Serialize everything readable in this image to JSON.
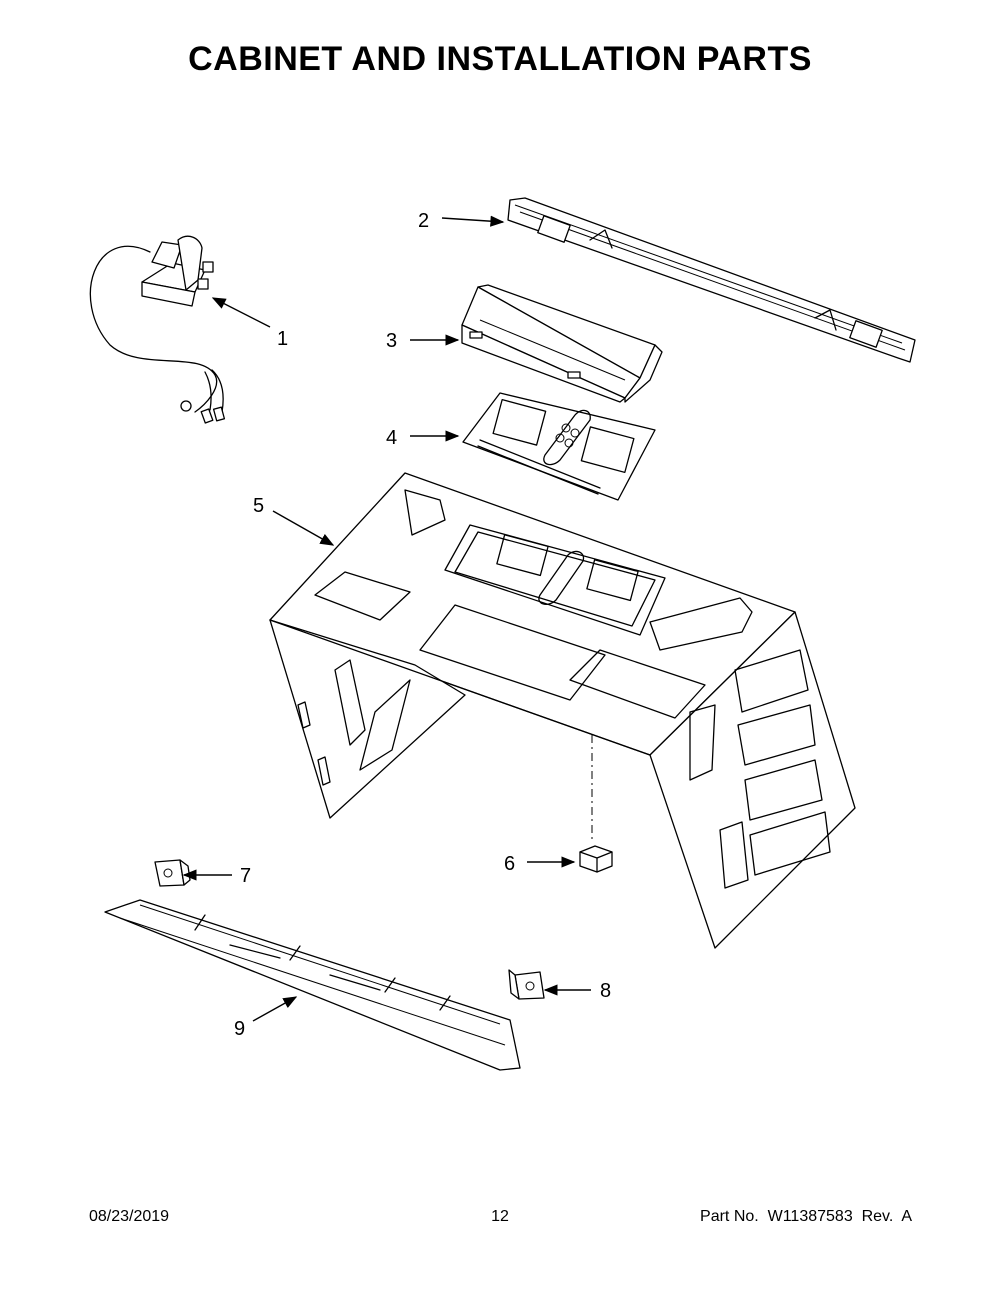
{
  "title": "CABINET AND INSTALLATION PARTS",
  "callouts": [
    {
      "id": "1",
      "label": "1"
    },
    {
      "id": "2",
      "label": "2"
    },
    {
      "id": "3",
      "label": "3"
    },
    {
      "id": "4",
      "label": "4"
    },
    {
      "id": "5",
      "label": "5"
    },
    {
      "id": "6",
      "label": "6"
    },
    {
      "id": "7",
      "label": "7"
    },
    {
      "id": "8",
      "label": "8"
    },
    {
      "id": "9",
      "label": "9"
    }
  ],
  "footer": {
    "date": "08/23/2019",
    "page": "12",
    "part": "Part No.  W11387583  Rev.  A"
  }
}
